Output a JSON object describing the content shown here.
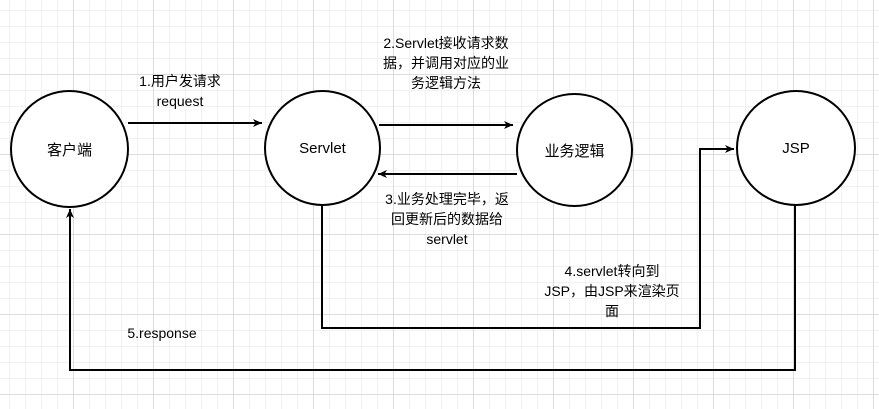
{
  "nodes": {
    "client": "客户端",
    "servlet": "Servlet",
    "business": "业务逻辑",
    "jsp": "JSP"
  },
  "edges": {
    "step1": {
      "line1": "1.用户发请求",
      "line2": "request"
    },
    "step2": {
      "line1": "2.Servlet接收请求数",
      "line2": "据，并调用对应的业",
      "line3": "务逻辑方法"
    },
    "step3": {
      "line1": "3.业务处理完毕，返",
      "line2": "回更新后的数据给",
      "line3": "servlet"
    },
    "step4": {
      "line1": "4.servlet转向到",
      "line2": "JSP，由JSP来渲染页",
      "line3": "面"
    },
    "step5": {
      "line1": "5.response"
    }
  },
  "colors": {
    "stroke": "#000000",
    "node_fill": "#ffffff",
    "grid": "#dcdcdc"
  }
}
